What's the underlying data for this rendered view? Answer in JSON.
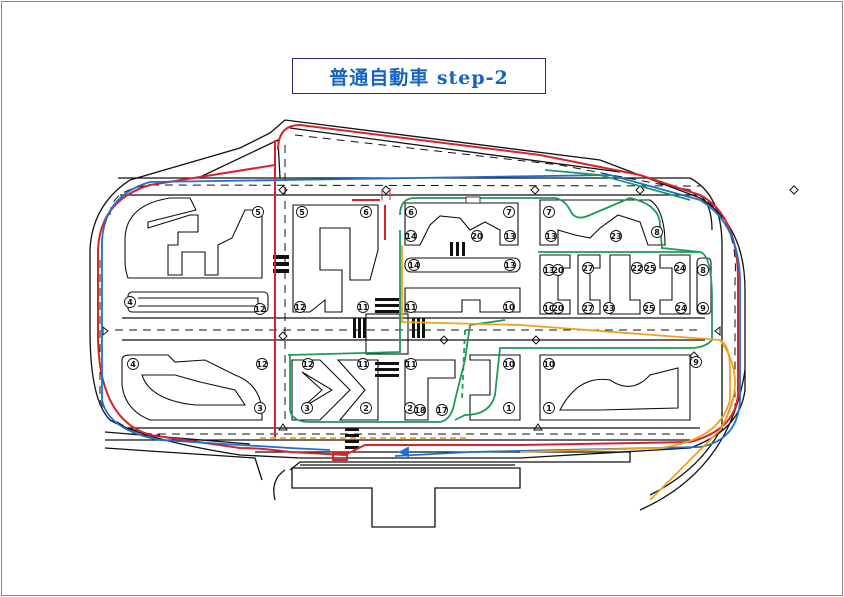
{
  "title": "普通自動車 step-2",
  "colors": {
    "route_red": "#d8232a",
    "route_blue": "#1e6fd1",
    "route_green": "#1f9a5a",
    "route_orange": "#f0a020",
    "line_black": "#111111",
    "title_text": "#1565c0",
    "frame": "#2b2b7a"
  },
  "markers": [
    {
      "id": "m-5a",
      "label": "5"
    },
    {
      "id": "m-5b",
      "label": "5"
    },
    {
      "id": "m-6a",
      "label": "6"
    },
    {
      "id": "m-6b",
      "label": "6"
    },
    {
      "id": "m-7a",
      "label": "7"
    },
    {
      "id": "m-7b",
      "label": "7"
    },
    {
      "id": "m-8",
      "label": "8"
    },
    {
      "id": "m-8b",
      "label": "8"
    },
    {
      "id": "m-9",
      "label": "9"
    },
    {
      "id": "m-9b",
      "label": "9"
    },
    {
      "id": "m-4a",
      "label": "4"
    },
    {
      "id": "m-4b",
      "label": "4"
    },
    {
      "id": "m-12a",
      "label": "12"
    },
    {
      "id": "m-12b",
      "label": "12"
    },
    {
      "id": "m-12c",
      "label": "12"
    },
    {
      "id": "m-12d",
      "label": "12"
    },
    {
      "id": "m-11a",
      "label": "11"
    },
    {
      "id": "m-11b",
      "label": "11"
    },
    {
      "id": "m-11c",
      "label": "11"
    },
    {
      "id": "m-11d",
      "label": "11"
    },
    {
      "id": "m-10a",
      "label": "10"
    },
    {
      "id": "m-10b",
      "label": "10"
    },
    {
      "id": "m-10c",
      "label": "10"
    },
    {
      "id": "m-10d",
      "label": "10"
    },
    {
      "id": "m-14a",
      "label": "14"
    },
    {
      "id": "m-14b",
      "label": "14"
    },
    {
      "id": "m-13a",
      "label": "13"
    },
    {
      "id": "m-13b",
      "label": "13"
    },
    {
      "id": "m-13c",
      "label": "13"
    },
    {
      "id": "m-13d",
      "label": "13"
    },
    {
      "id": "m-20a",
      "label": "20"
    },
    {
      "id": "m-20b",
      "label": "20"
    },
    {
      "id": "m-20c",
      "label": "20"
    },
    {
      "id": "m-23a",
      "label": "23"
    },
    {
      "id": "m-23b",
      "label": "23"
    },
    {
      "id": "m-22",
      "label": "22"
    },
    {
      "id": "m-25a",
      "label": "25"
    },
    {
      "id": "m-25b",
      "label": "25"
    },
    {
      "id": "m-24a",
      "label": "24"
    },
    {
      "id": "m-24b",
      "label": "24"
    },
    {
      "id": "m-27a",
      "label": "27"
    },
    {
      "id": "m-27b",
      "label": "27"
    },
    {
      "id": "m-3a",
      "label": "3"
    },
    {
      "id": "m-3b",
      "label": "3"
    },
    {
      "id": "m-2a",
      "label": "2"
    },
    {
      "id": "m-2b",
      "label": "2"
    },
    {
      "id": "m-1a",
      "label": "1"
    },
    {
      "id": "m-1b",
      "label": "1"
    },
    {
      "id": "m-18",
      "label": "18"
    },
    {
      "id": "m-17",
      "label": "17"
    }
  ]
}
